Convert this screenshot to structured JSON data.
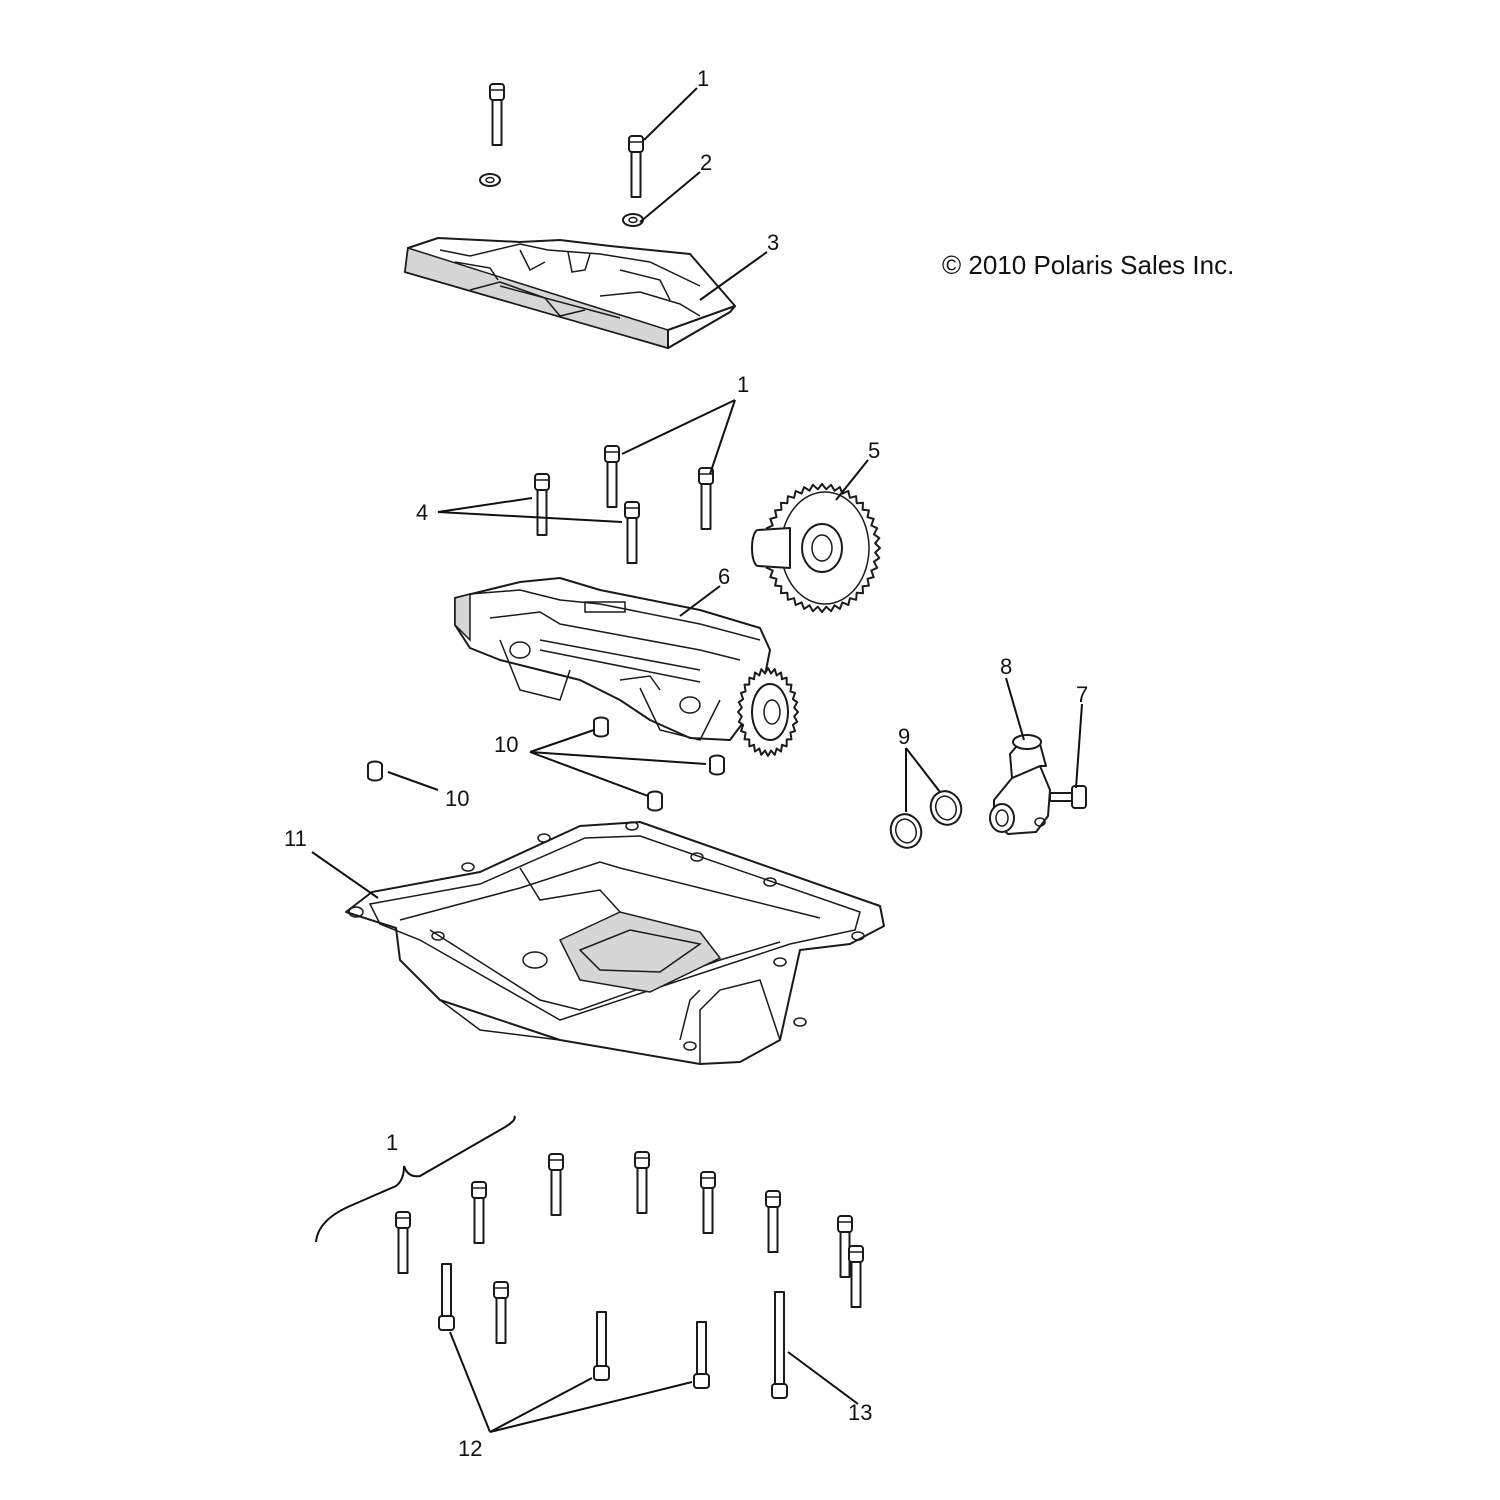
{
  "copyright": "© 2010 Polaris Sales Inc.",
  "callouts": {
    "c1a": "1",
    "c2": "2",
    "c3": "3",
    "c1b": "1",
    "c5": "5",
    "c4": "4",
    "c6": "6",
    "c8": "8",
    "c7": "7",
    "c9": "9",
    "c10a": "10",
    "c10b": "10",
    "c11": "11",
    "c1c": "1",
    "c12": "12",
    "c13": "13"
  }
}
